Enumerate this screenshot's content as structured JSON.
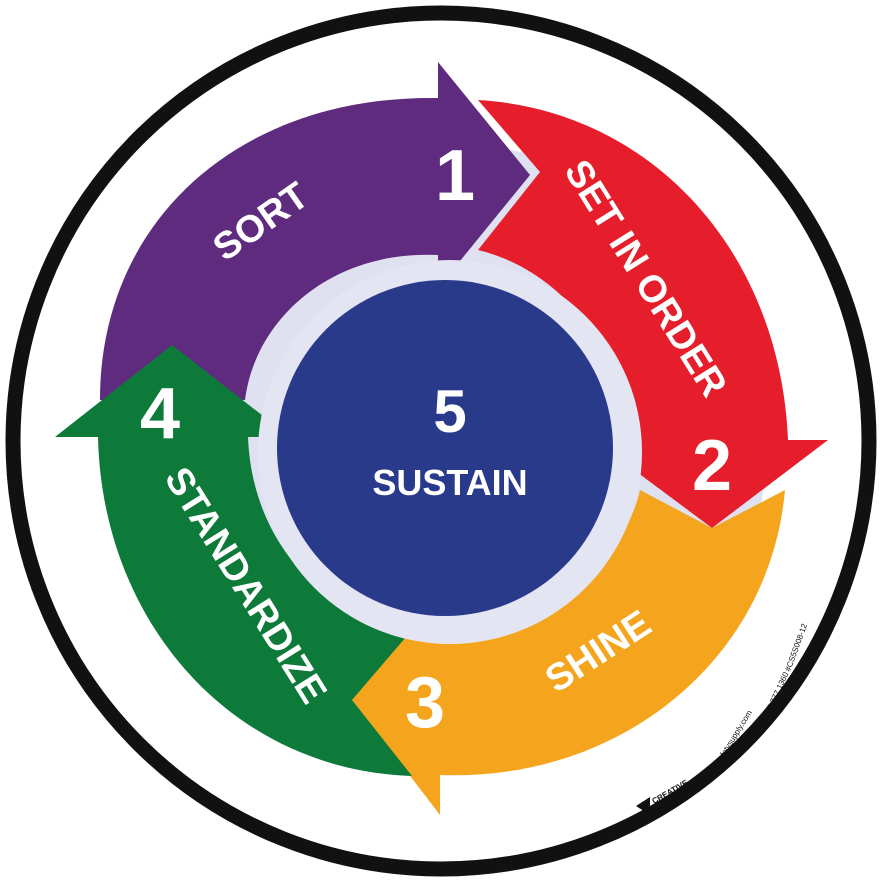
{
  "center": {
    "number": "5",
    "label": "SUSTAIN"
  },
  "steps": [
    {
      "number": "1",
      "label": "SORT",
      "color": "#5f2b7e"
    },
    {
      "number": "2",
      "label": "SET IN ORDER",
      "color": "#e61d2b"
    },
    {
      "number": "3",
      "label": "SHINE",
      "color": "#f5a51d"
    },
    {
      "number": "4",
      "label": "STANDARDIZE",
      "color": "#0d7a3a"
    }
  ],
  "colors": {
    "center": "#2a3a8a",
    "rim": "#111111",
    "shadow": "#c9cbe6"
  },
  "footer": {
    "brand_line1": "CREATIVE",
    "brand_line2": "safety supply",
    "website": "creativesafetysupply.com",
    "phone": "866.777.1360",
    "sku": "#CS5S008-12"
  }
}
